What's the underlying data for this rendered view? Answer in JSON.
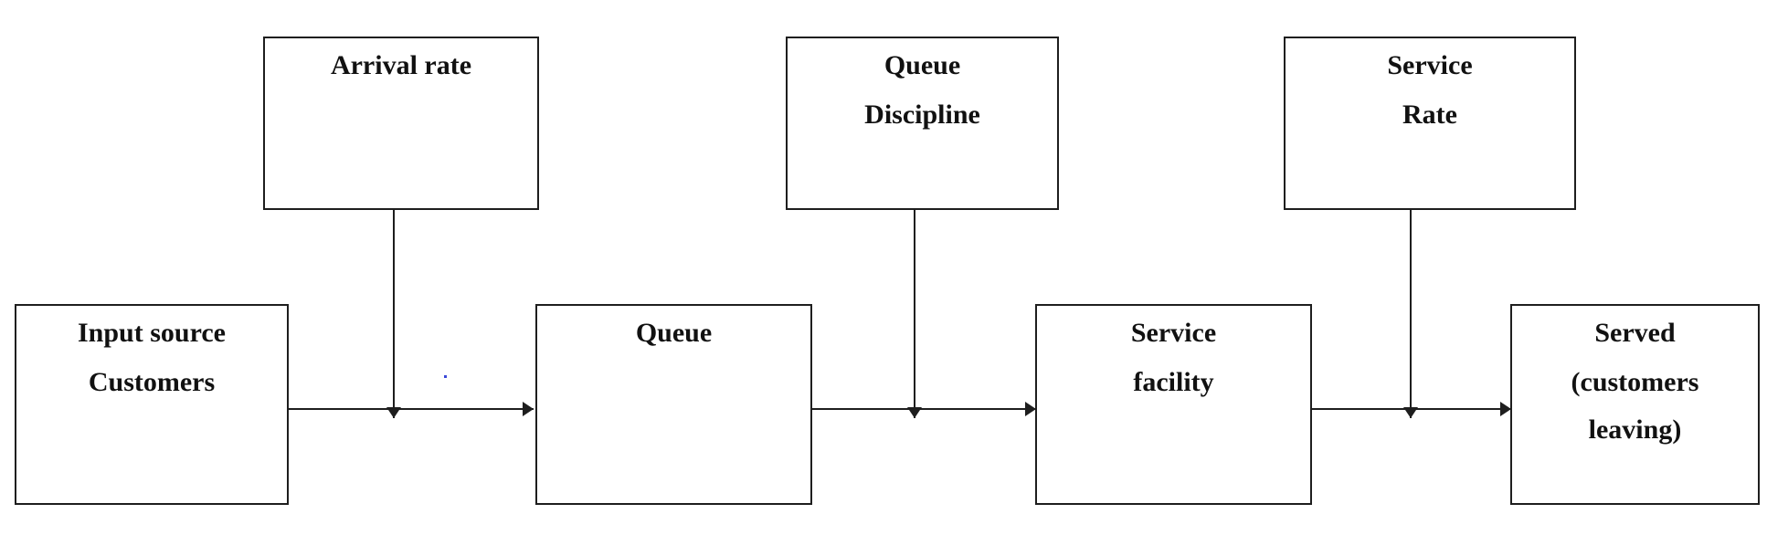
{
  "nodes": {
    "arrival_rate": {
      "lines": [
        "Arrival rate"
      ]
    },
    "queue_discipline": {
      "lines": [
        "Queue",
        "Discipline"
      ]
    },
    "service_rate": {
      "lines": [
        "Service",
        "Rate"
      ]
    },
    "input_source": {
      "lines": [
        "Input source",
        "Customers"
      ]
    },
    "queue": {
      "lines": [
        "Queue"
      ]
    },
    "service_facility": {
      "lines": [
        "Service",
        "facility"
      ]
    },
    "served": {
      "lines": [
        "Served",
        "(customers",
        "leaving)"
      ]
    }
  },
  "edges": [
    {
      "from": "input_source",
      "to": "queue"
    },
    {
      "from": "queue",
      "to": "service_facility"
    },
    {
      "from": "service_facility",
      "to": "served"
    },
    {
      "from": "arrival_rate",
      "to": "input-queue-connector"
    },
    {
      "from": "queue_discipline",
      "to": "queue-service-connector"
    },
    {
      "from": "service_rate",
      "to": "service-served-connector"
    }
  ],
  "colors": {
    "stroke": "#1e1e1e",
    "text": "#111111",
    "stray_dot": "#3a48d8"
  }
}
